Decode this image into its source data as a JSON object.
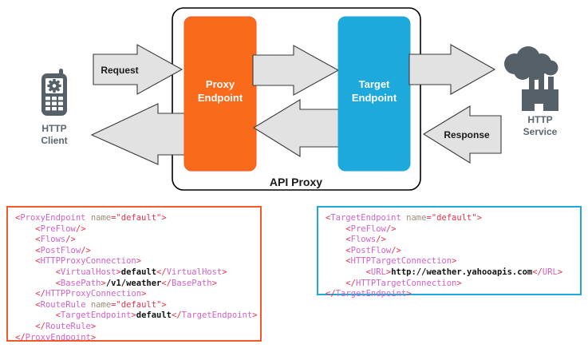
{
  "diagram": {
    "title_label": "API Proxy",
    "client": {
      "icon": "mobile-phone-gear-icon",
      "label_line1": "HTTP",
      "label_line2": "Client"
    },
    "service": {
      "icon": "factory-cloud-icon",
      "label_line1": "HTTP",
      "label_line2": "Service"
    },
    "proxy_endpoint": {
      "label_line1": "Proxy",
      "label_line2": "Endpoint",
      "color": "#F96A1B"
    },
    "target_endpoint": {
      "label_line1": "Target",
      "label_line2": "Endpoint",
      "color": "#1DA9DC"
    },
    "arrows": {
      "request_label": "Request",
      "response_label": "Response",
      "fill": "#E2E2E2",
      "stroke": "#3A3A3A"
    },
    "colors": {
      "orange": "#F96A1B",
      "orange_border": "#F05A28",
      "blue": "#1DA9DC",
      "icon_gray": "#556068",
      "container_border": "#000000"
    }
  },
  "code_panels": {
    "proxy": {
      "border_color": "#F05A28",
      "lines": [
        [
          {
            "t": "punct",
            "v": "<"
          },
          {
            "t": "tag",
            "v": "ProxyEndpoint"
          },
          {
            "t": "attr",
            "v": " name"
          },
          {
            "t": "val",
            "v": "=\"default\""
          },
          {
            "t": "punct",
            "v": ">"
          }
        ],
        [
          {
            "t": "text",
            "v": "    "
          },
          {
            "t": "punct",
            "v": "<"
          },
          {
            "t": "tag",
            "v": "PreFlow"
          },
          {
            "t": "punct",
            "v": "/>"
          }
        ],
        [
          {
            "t": "text",
            "v": "    "
          },
          {
            "t": "punct",
            "v": "<"
          },
          {
            "t": "tag",
            "v": "Flows"
          },
          {
            "t": "punct",
            "v": "/>"
          }
        ],
        [
          {
            "t": "text",
            "v": "    "
          },
          {
            "t": "punct",
            "v": "<"
          },
          {
            "t": "tag",
            "v": "PostFlow"
          },
          {
            "t": "punct",
            "v": "/>"
          }
        ],
        [
          {
            "t": "text",
            "v": "    "
          },
          {
            "t": "punct",
            "v": "<"
          },
          {
            "t": "tag",
            "v": "HTTPProxyConnection"
          },
          {
            "t": "punct",
            "v": ">"
          }
        ],
        [
          {
            "t": "text",
            "v": "        "
          },
          {
            "t": "punct",
            "v": "<"
          },
          {
            "t": "tag",
            "v": "VirtualHost"
          },
          {
            "t": "punct",
            "v": ">"
          },
          {
            "t": "text",
            "v": "default"
          },
          {
            "t": "punct",
            "v": "</"
          },
          {
            "t": "tag",
            "v": "VirtualHost"
          },
          {
            "t": "punct",
            "v": ">"
          }
        ],
        [
          {
            "t": "text",
            "v": "        "
          },
          {
            "t": "punct",
            "v": "<"
          },
          {
            "t": "tag",
            "v": "BasePath"
          },
          {
            "t": "punct",
            "v": ">"
          },
          {
            "t": "text",
            "v": "/v1/weather"
          },
          {
            "t": "punct",
            "v": "</"
          },
          {
            "t": "tag",
            "v": "BasePath"
          },
          {
            "t": "punct",
            "v": ">"
          }
        ],
        [
          {
            "t": "text",
            "v": "    "
          },
          {
            "t": "punct",
            "v": "</"
          },
          {
            "t": "tag",
            "v": "HTTPProxyConnection"
          },
          {
            "t": "punct",
            "v": ">"
          }
        ],
        [
          {
            "t": "text",
            "v": "    "
          },
          {
            "t": "punct",
            "v": "<"
          },
          {
            "t": "tag",
            "v": "RouteRule"
          },
          {
            "t": "attr",
            "v": " name"
          },
          {
            "t": "val",
            "v": "=\"default\""
          },
          {
            "t": "punct",
            "v": ">"
          }
        ],
        [
          {
            "t": "text",
            "v": "        "
          },
          {
            "t": "punct",
            "v": "<"
          },
          {
            "t": "tag",
            "v": "TargetEndpoint"
          },
          {
            "t": "punct",
            "v": ">"
          },
          {
            "t": "text",
            "v": "default"
          },
          {
            "t": "punct",
            "v": "</"
          },
          {
            "t": "tag",
            "v": "TargetEndpoint"
          },
          {
            "t": "punct",
            "v": ">"
          }
        ],
        [
          {
            "t": "text",
            "v": "    "
          },
          {
            "t": "punct",
            "v": "</"
          },
          {
            "t": "tag",
            "v": "RouteRule"
          },
          {
            "t": "punct",
            "v": ">"
          }
        ],
        [
          {
            "t": "punct",
            "v": "</"
          },
          {
            "t": "tag",
            "v": "ProxyEndpoint"
          },
          {
            "t": "punct",
            "v": ">"
          }
        ]
      ]
    },
    "target": {
      "border_color": "#1DA9DC",
      "lines": [
        [
          {
            "t": "punct",
            "v": "<"
          },
          {
            "t": "tag",
            "v": "TargetEndpoint"
          },
          {
            "t": "attr",
            "v": " name"
          },
          {
            "t": "val",
            "v": "=\"default\""
          },
          {
            "t": "punct",
            "v": ">"
          }
        ],
        [
          {
            "t": "text",
            "v": "    "
          },
          {
            "t": "punct",
            "v": "<"
          },
          {
            "t": "tag",
            "v": "PreFlow"
          },
          {
            "t": "punct",
            "v": "/>"
          }
        ],
        [
          {
            "t": "text",
            "v": "    "
          },
          {
            "t": "punct",
            "v": "<"
          },
          {
            "t": "tag",
            "v": "Flows"
          },
          {
            "t": "punct",
            "v": "/>"
          }
        ],
        [
          {
            "t": "text",
            "v": "    "
          },
          {
            "t": "punct",
            "v": "<"
          },
          {
            "t": "tag",
            "v": "PostFlow"
          },
          {
            "t": "punct",
            "v": "/>"
          }
        ],
        [
          {
            "t": "text",
            "v": "    "
          },
          {
            "t": "punct",
            "v": "<"
          },
          {
            "t": "tag",
            "v": "HTTPTargetConnection"
          },
          {
            "t": "punct",
            "v": ">"
          }
        ],
        [
          {
            "t": "text",
            "v": "        "
          },
          {
            "t": "punct",
            "v": "<"
          },
          {
            "t": "tag",
            "v": "URL"
          },
          {
            "t": "punct",
            "v": ">"
          },
          {
            "t": "text",
            "v": "http://weather.yahooapis.com"
          },
          {
            "t": "punct",
            "v": "</"
          },
          {
            "t": "tag",
            "v": "URL"
          },
          {
            "t": "punct",
            "v": ">"
          }
        ],
        [
          {
            "t": "text",
            "v": "    "
          },
          {
            "t": "punct",
            "v": "</"
          },
          {
            "t": "tag",
            "v": "HTTPTargetConnection"
          },
          {
            "t": "punct",
            "v": ">"
          }
        ],
        [
          {
            "t": "punct",
            "v": "</"
          },
          {
            "t": "tag",
            "v": "TargetEndpoint"
          },
          {
            "t": "punct",
            "v": ">"
          }
        ]
      ]
    }
  }
}
